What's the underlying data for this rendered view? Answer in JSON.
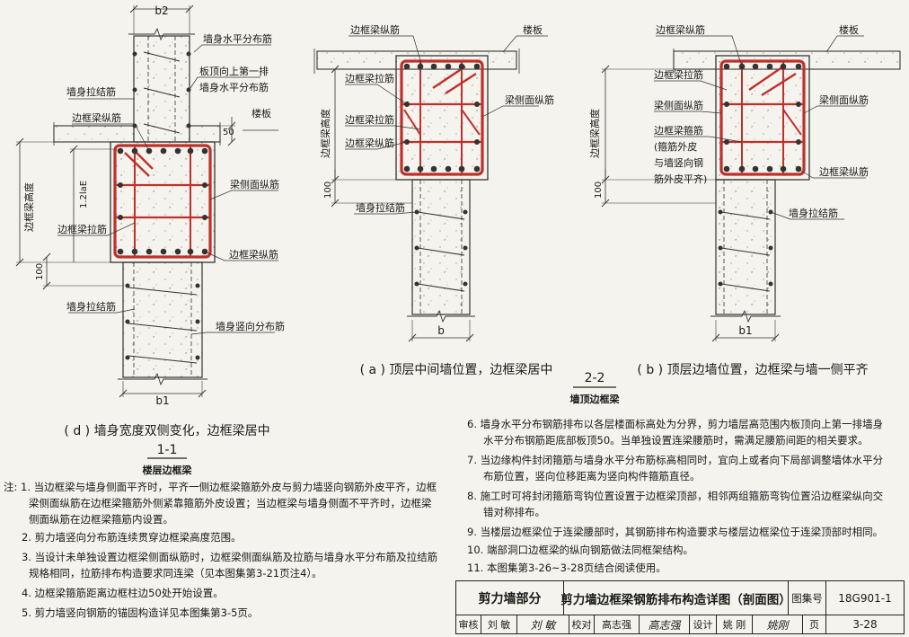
{
  "labels": {
    "b2": "b2",
    "b1_left": "b1",
    "b_mid": "b",
    "b1_right": "b1",
    "la": "1.2laE",
    "wall_horiz_dist": "墙身水平分布筋",
    "first_row_1": "板顶向上第一排",
    "first_row_2": "墙身水平分布筋",
    "wall_tie": "墙身拉结筋",
    "beam_long": "边框梁纵筋",
    "slab": "楼板",
    "dim_50": "50",
    "beam_side": "梁侧面纵筋",
    "beam_height": "边框梁高度",
    "beam_tie": "边框梁拉筋",
    "dim_100": "100",
    "wall_vert_dist": "墙身竖向分布筋",
    "stirrup": "边框梁箍筋",
    "stirrup_note_1": "(箍筋外皮",
    "stirrup_note_2": "与墙竖向钢",
    "stirrup_note_3": "筋外皮平齐)"
  },
  "captions": {
    "d": "( d ) 墙身宽度双侧变化，边框梁居中",
    "a": "( a ) 顶层中间墙位置，边框梁居中",
    "b": "( b ) 顶层边墙位置，边框梁与墙一侧平齐",
    "sec11": "1-1",
    "sec11_sub": "楼层边框梁",
    "sec22": "2-2",
    "sec22_sub": "墙顶边框梁"
  },
  "notes_left": [
    "注: 1. 当边框梁与墙身侧面平齐时，平齐一侧边框梁箍筋外皮与剪力墙竖向钢筋外皮平齐，边框",
    "梁侧面纵筋在边框梁箍筋外侧紧靠箍筋外皮设置；当边框梁与墙身侧面不平齐时，边框梁",
    "侧面纵筋在边框梁箍筋内设置。",
    "2. 剪力墙竖向分布筋连续贯穿边框梁高度范围。",
    "3. 当设计未单独设置边框梁侧面纵筋时，边框梁侧面纵筋及拉筋与墙身水平分布筋及拉结筋",
    "规格相同，拉筋排布构造要求同连梁（见本图集第3-21页注4）。",
    "4. 边框梁箍筋距离边框柱边50处开始设置。",
    "5. 剪力墙竖向钢筋的锚固构造详见本图集第3-5页。"
  ],
  "notes_right": [
    "6. 墙身水平分布钢筋排布以各层楼面标高处为分界，剪力墙层高范围内板顶向上第一排墙身",
    "水平分布钢筋距底部板顶50。当单独设置连梁腰筋时，需满足腰筋间距的相关要求。",
    "7. 当边缘构件封闭箍筋与墙身水平分布筋标高相同时，宜向上或者向下局部调整墙体水平分",
    "布筋位置，竖向位移距离为竖向构件箍筋直径。",
    "8. 施工时可将封闭箍筋弯钩位置设置于边框梁顶部，相邻两组箍筋弯钩位置沿边框梁纵向交",
    "错对称排布。",
    "9. 当楼层边框梁位于连梁腰部时，其钢筋排布构造要求与楼层边框梁位于连梁顶部时相同。",
    "10. 端部洞口边框梁的纵向钢筋做法同框架结构。",
    "11. 本图集第3-26~3-28页结合阅读使用。"
  ],
  "title_block": {
    "section": "剪力墙部分",
    "title": "剪力墙边框梁钢筋排布构造详图（剖面图）",
    "atlas_label": "图集号",
    "atlas_no": "18G901-1",
    "review_label": "审核",
    "review_name": "刘 敏",
    "review_sig": "刘 敏",
    "check_label": "校对",
    "check_name": "高志强",
    "check_sig": "高志强",
    "design_label": "设计",
    "design_name": "姚 刚",
    "design_sig": "姚刚",
    "page_label": "页",
    "page_no": "3-28"
  }
}
